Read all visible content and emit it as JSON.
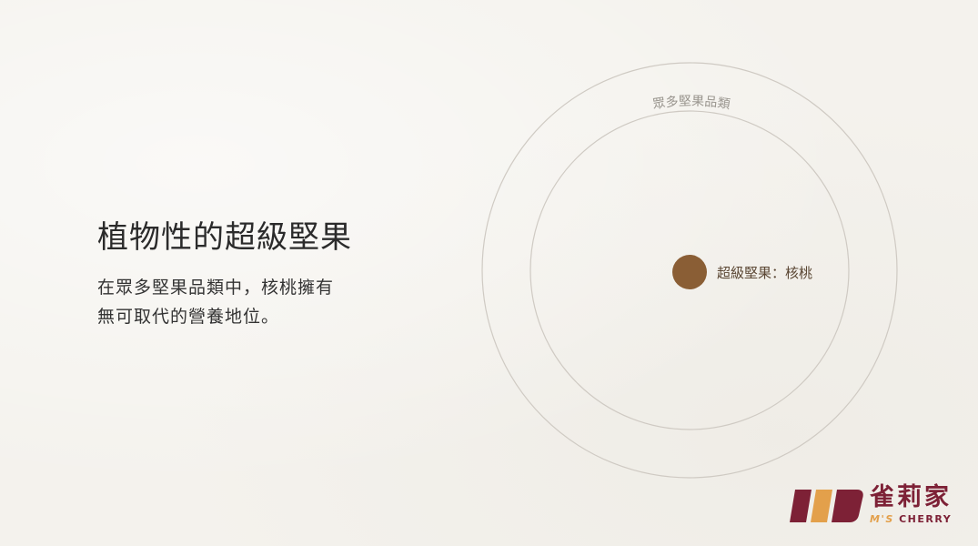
{
  "headline": "植物性的超級堅果",
  "body": {
    "line1": "在眾多堅果品類中，核桃擁有",
    "line2": "無可取代的營養地位。"
  },
  "diagram": {
    "outer_label": "眾多堅果品類",
    "center_label": "超級堅果：核桃",
    "center_dot_color": "#8a5e35",
    "ring_color": "#cfcac3"
  },
  "brand": {
    "name_cn": "雀莉家",
    "name_en_prefix": "M'S",
    "name_en_suffix": "CHERRY",
    "primary_color": "#7d2136",
    "accent_color": "#e3a04b"
  }
}
